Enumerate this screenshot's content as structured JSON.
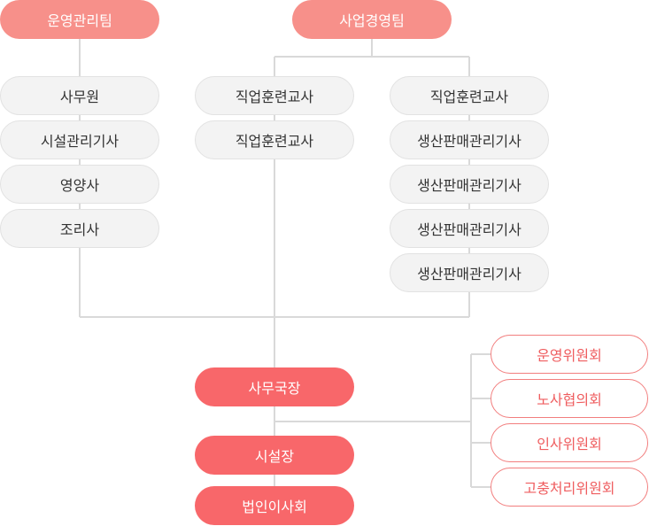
{
  "teams": {
    "ops_team": "운영관리팀",
    "biz_team": "사업경영팀"
  },
  "ops_staff": [
    "사무원",
    "시설관리기사",
    "영양사",
    "조리사"
  ],
  "biz_staff_left": [
    "직업훈련교사",
    "직업훈련교사"
  ],
  "biz_staff_right": [
    "직업훈련교사",
    "생산판매관리기사",
    "생산판매관리기사",
    "생산판매관리기사",
    "생산판매관리기사"
  ],
  "leadership": {
    "secretary_general": "사무국장",
    "facility_director": "시설장",
    "board": "법인이사회"
  },
  "committees": [
    "운영위원회",
    "노사협의회",
    "인사위원회",
    "고충처리위원회"
  ],
  "colors": {
    "team_fill": "#f7908a",
    "exec_fill": "#f8676a",
    "committee_border": "#f27e7e",
    "committee_text": "#ef5d5f",
    "staff_fill": "#f3f3f3",
    "line": "#d9d9d9"
  }
}
